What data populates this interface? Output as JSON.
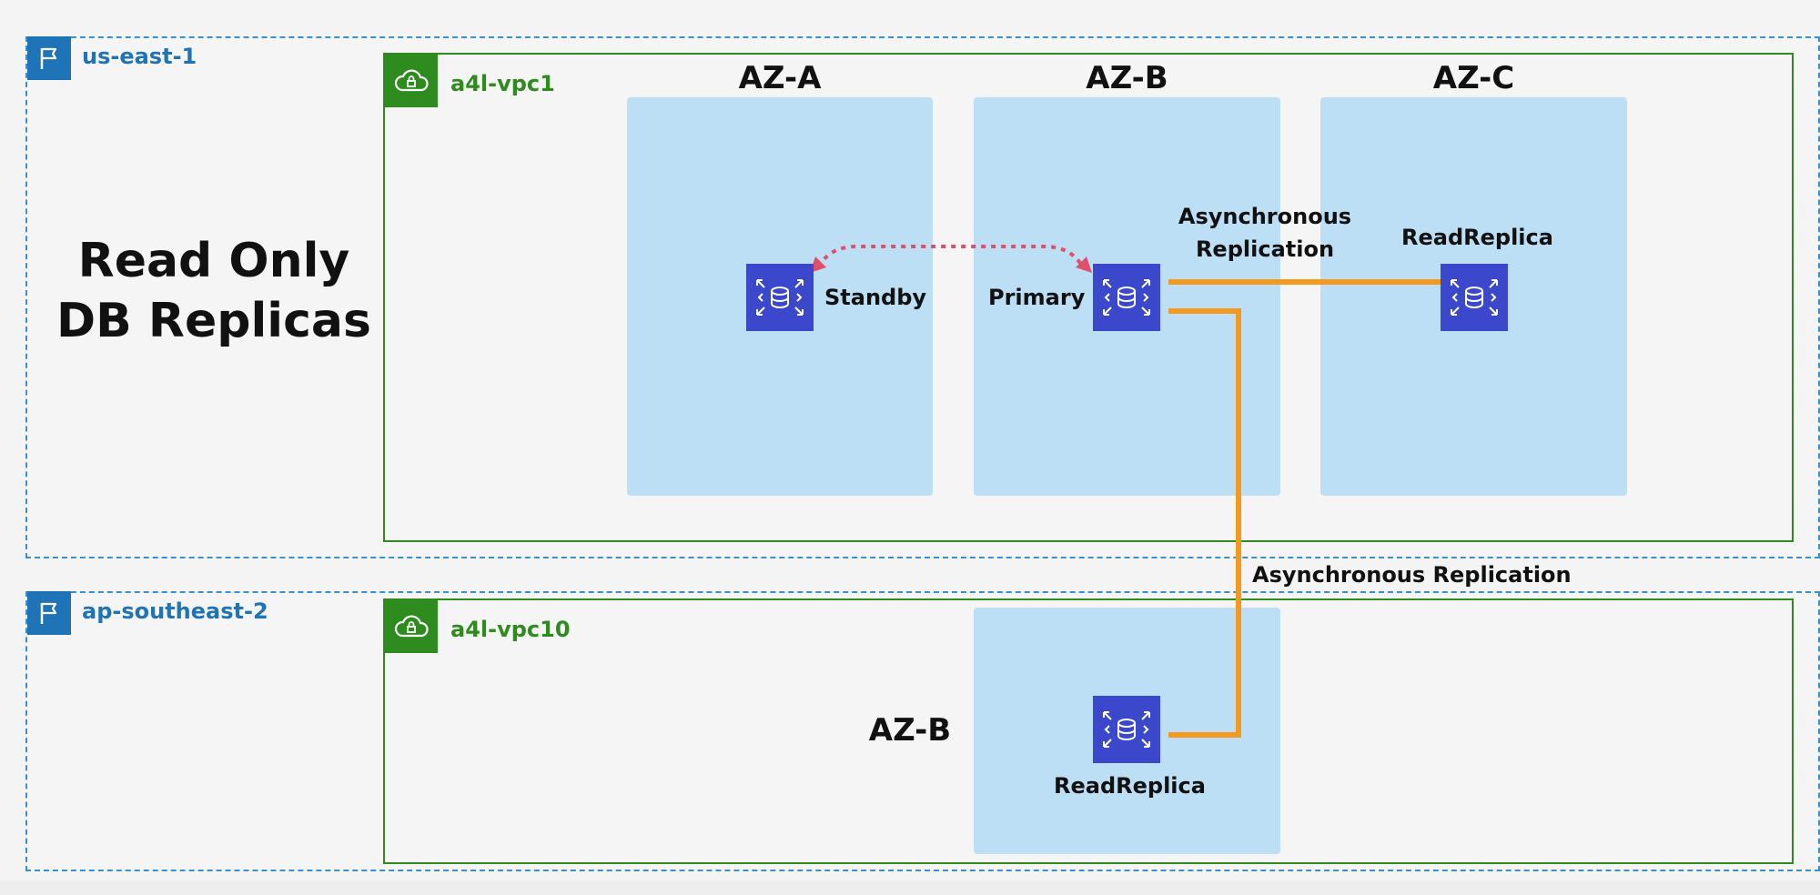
{
  "title": "Read Only DB Replicas",
  "title_lines": [
    "Read Only",
    "DB Replicas"
  ],
  "regions": [
    {
      "name": "us-east-1",
      "icon": "flag-icon"
    },
    {
      "name": "ap-southeast-2",
      "icon": "flag-icon"
    }
  ],
  "vpcs": [
    {
      "name": "a4l-vpc1",
      "icon": "cloud-lock-icon"
    },
    {
      "name": "a4l-vpc10",
      "icon": "cloud-lock-icon"
    }
  ],
  "azs": {
    "vpc1": [
      "AZ-A",
      "AZ-B",
      "AZ-C"
    ],
    "vpc10": [
      "AZ-B"
    ]
  },
  "nodes": {
    "standby": "Standby",
    "primary": "Primary",
    "replica_azc": "ReadReplica",
    "replica_apse2": "ReadReplica"
  },
  "replication": {
    "in_region_lines": [
      "Asynchronous",
      "Replication"
    ],
    "cross_region": "Asynchronous Replication"
  },
  "colors": {
    "region_border": "#3a8fd0",
    "region_label": "#1f73b7",
    "vpc": "#2e8b1e",
    "az_fill": "#bcdff6",
    "db_icon": "#3b48cc",
    "replication_line": "#f39a1e",
    "sync_arrow": "#e0506a"
  }
}
